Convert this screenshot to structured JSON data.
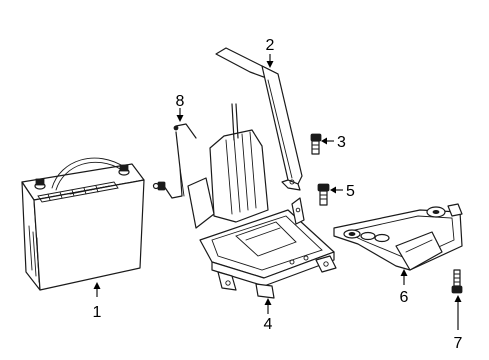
{
  "callouts": [
    {
      "number": "1",
      "part": "battery"
    },
    {
      "number": "2",
      "part": "hold-down-clamp"
    },
    {
      "number": "3",
      "part": "bolt"
    },
    {
      "number": "4",
      "part": "battery-tray"
    },
    {
      "number": "5",
      "part": "bolt"
    },
    {
      "number": "6",
      "part": "tray-support-bracket"
    },
    {
      "number": "7",
      "part": "stud-bolt"
    },
    {
      "number": "8",
      "part": "hold-down-rod"
    }
  ]
}
